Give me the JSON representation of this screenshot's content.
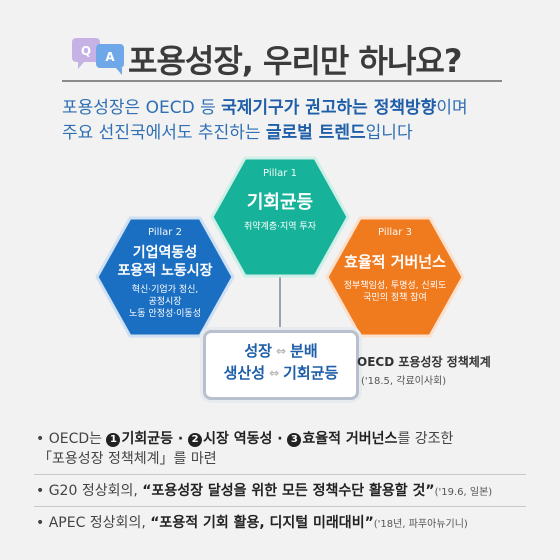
{
  "header": {
    "qa_q": "Q",
    "qa_a": "A",
    "title": "포용성장, 우리만 하나요?"
  },
  "intro": {
    "line1_a": "포용성장은 OECD 등 ",
    "line1_b": "국제기구가 권고하는 정책방향",
    "line1_c": "이며",
    "line2_a": "주요 선진국에서도 추진하는 ",
    "line2_b": "글로벌 트렌드",
    "line2_c": "입니다"
  },
  "pillars": [
    {
      "label": "Pillar 1",
      "title": "기회균등",
      "sub": "취약계층·지역 투자",
      "color": "#16b39a"
    },
    {
      "label": "Pillar 2",
      "title_lines": [
        "기업역동성",
        "포용적 노동시장"
      ],
      "sub_lines": [
        "혁신·기업가 정신,",
        "공정시장",
        "노동 안정성·이동성"
      ],
      "color": "#1b6fc2"
    },
    {
      "label": "Pillar 3",
      "title": "효율적 거버넌스",
      "sub_lines": [
        "정부책임성, 투명성, 신뢰도",
        "국민의 정책 참여"
      ],
      "color": "#f07a1e"
    }
  ],
  "center": {
    "row1_left": "성장",
    "row1_arrow": "⇔",
    "row1_right": "분배",
    "row2_left": "생산성",
    "row2_arrow": "⇔",
    "row2_right": "기회균등"
  },
  "oecd": {
    "label": "OECD 포용성장 정책체계",
    "date": "('18.5, 각료이사회)"
  },
  "bullets": {
    "b1_prefix": "• OECD는 ",
    "b1_n1": "1",
    "b1_t1": "기회균등 · ",
    "b1_n2": "2",
    "b1_t2": "시장 역동성 · ",
    "b1_n3": "3",
    "b1_t3": "효율적 거버넌스",
    "b1_suffix": "를 강조한",
    "b1_line2": "「포용성장 정책체계」를 마련",
    "b2_prefix": "• G20 정상회의, ",
    "b2_bold": "“포용성장 달성을 위한 모든 정책수단 활용할 것”",
    "b2_small": "('19.6, 일본)",
    "b3_prefix": "• APEC 정상회의, ",
    "b3_bold": "“포용적 기회 활용, 디지털 미래대비”",
    "b3_small": "('18년, 파푸아뉴기니)"
  },
  "colors": {
    "title": "#3b3b3b",
    "intro": "#2f6fb4",
    "pillar1": "#16b39a",
    "pillar2": "#1b6fc2",
    "pillar3": "#f07a1e",
    "center_text": "#1f5ea8"
  }
}
